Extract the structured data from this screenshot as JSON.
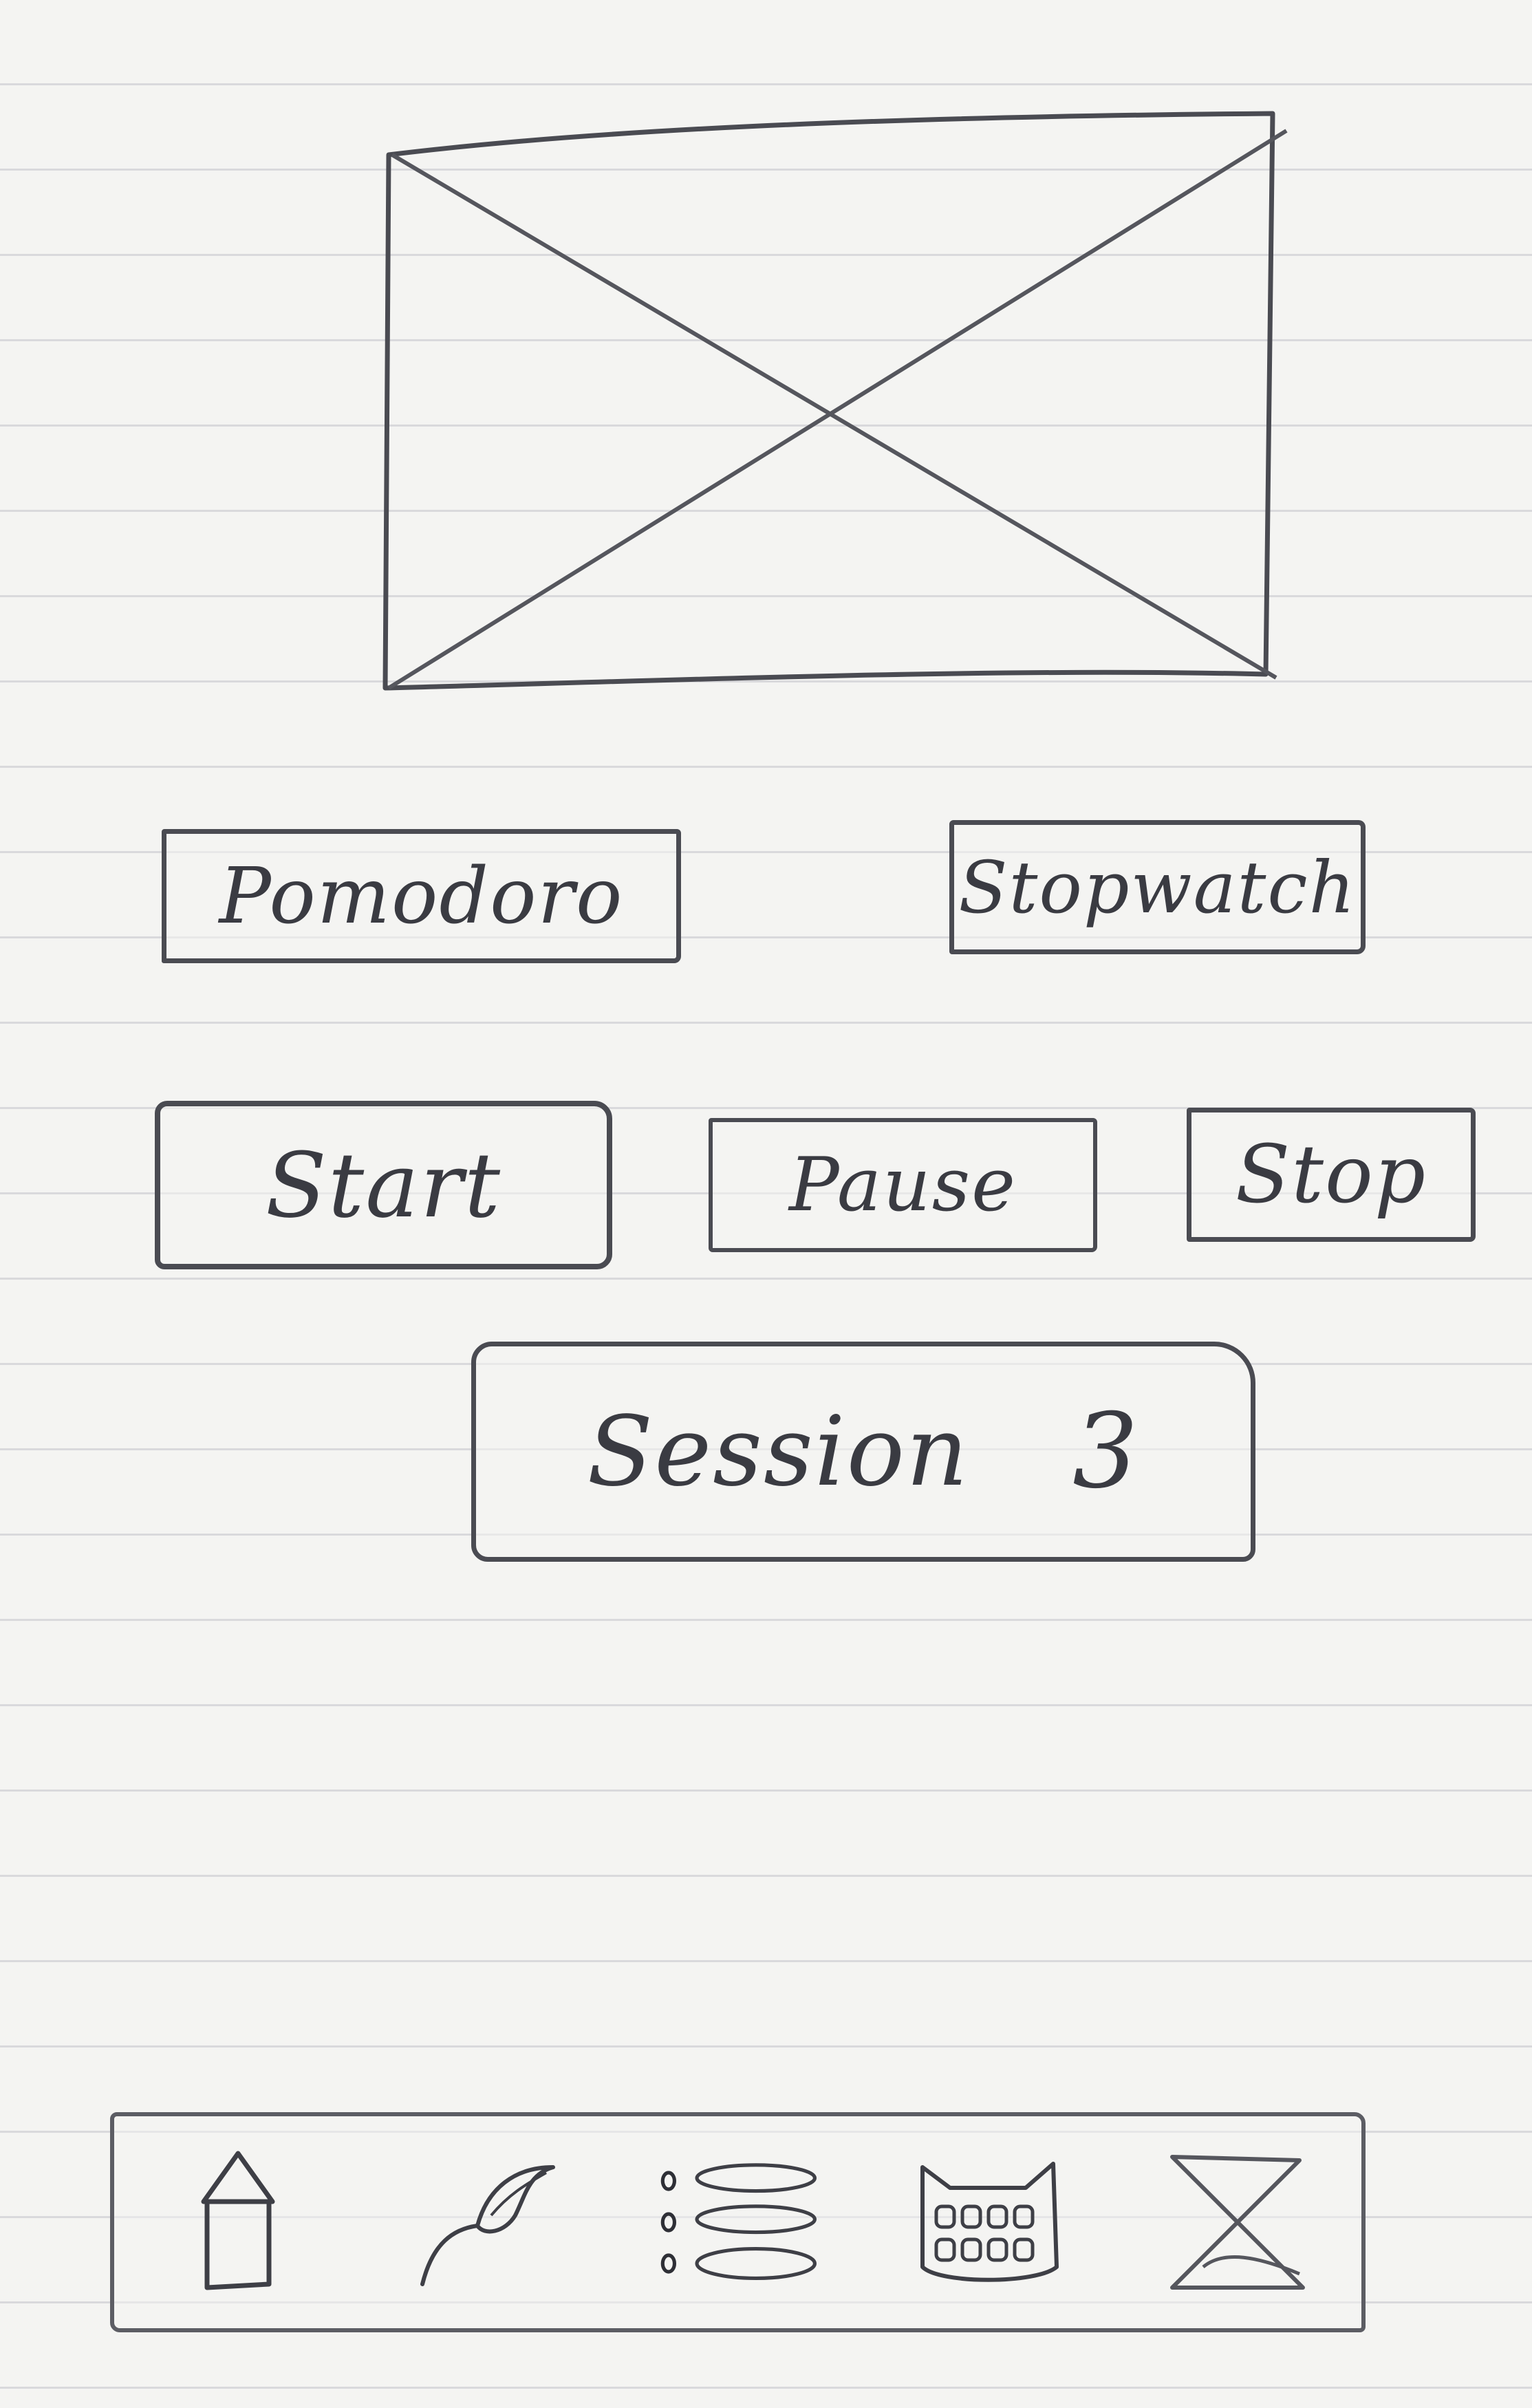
{
  "screen": {
    "hero": {
      "type": "image-placeholder"
    },
    "mode_tabs": [
      {
        "label": "Pomodoro"
      },
      {
        "label": "Stopwatch"
      }
    ],
    "controls": {
      "start_label": "Start",
      "pause_label": "Pause",
      "stop_label": "Stop"
    },
    "session": {
      "label": "Session",
      "number": "3"
    }
  },
  "bottom_nav": {
    "items": [
      {
        "icon": "home-icon"
      },
      {
        "icon": "leaf-icon"
      },
      {
        "icon": "list-icon"
      },
      {
        "icon": "cat-calendar-icon"
      },
      {
        "icon": "hourglass-icon"
      }
    ]
  },
  "colors": {
    "ink": "#4a4b52",
    "paper": "#f4f4f2",
    "ruled_line": "#d9d9dc"
  }
}
